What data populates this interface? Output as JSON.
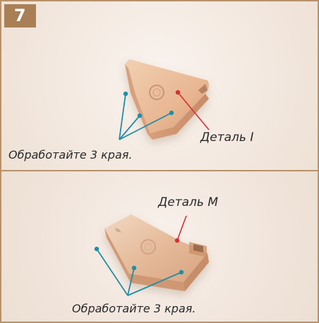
{
  "step": {
    "number": "7"
  },
  "panels": [
    {
      "part_label": "Деталь I",
      "instruction": "Обработайте 3 края."
    },
    {
      "part_label": "Деталь M",
      "instruction": "Обработайте 3 края."
    }
  ],
  "colors": {
    "frame": "#b7926b",
    "badge": "#a97f56",
    "part_callout": "#d62f32",
    "edge_callout": "#1f8fa7",
    "wood_light": "#efc6a3",
    "wood_mid": "#dfac86",
    "wood_dark": "#c98f69"
  }
}
